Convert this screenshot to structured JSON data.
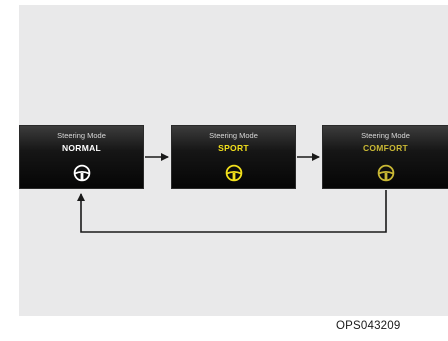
{
  "modes": [
    {
      "caption": "Steering Mode",
      "value": "NORMAL"
    },
    {
      "caption": "Steering Mode",
      "value": "SPORT"
    },
    {
      "caption": "Steering Mode",
      "value": "COMFORT"
    }
  ],
  "colors": {
    "normal": "#ffffff",
    "sport": "#f2e01c",
    "comfort": "#c9b834",
    "panel": "#e9e9ea",
    "arrow": "#1a1a1a"
  },
  "icons": [
    "steering-wheel-icon",
    "steering-wheel-icon",
    "steering-wheel-icon"
  ],
  "figure_code": "OPS043209"
}
